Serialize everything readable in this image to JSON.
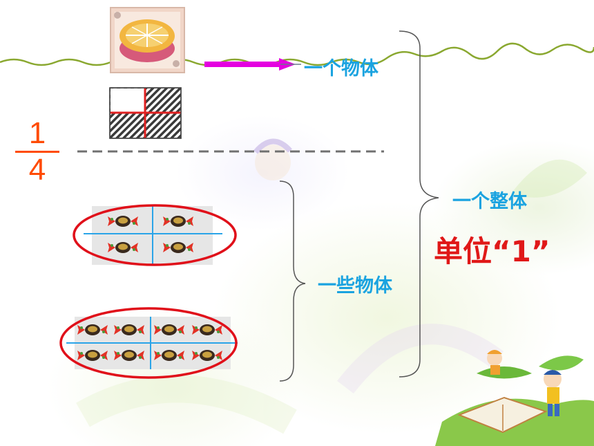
{
  "fraction": {
    "numerator": "1",
    "denominator": "4"
  },
  "labels": {
    "one_object": "一个物体",
    "some_objects": "一些物体",
    "one_whole": "一个整体",
    "unit_one": "单位“1”"
  },
  "colors": {
    "label_blue": "#1aa3e0",
    "label_red": "#e01818",
    "fraction_orange": "#ff4b00",
    "arrow_magenta": "#e400e0",
    "ellipse_red": "#e0101a",
    "divider_blue": "#2aa4e8"
  },
  "icons": [
    "cake-photo",
    "square-quarter-grid-icon",
    "candy-group",
    "kids-on-book-illustration"
  ]
}
